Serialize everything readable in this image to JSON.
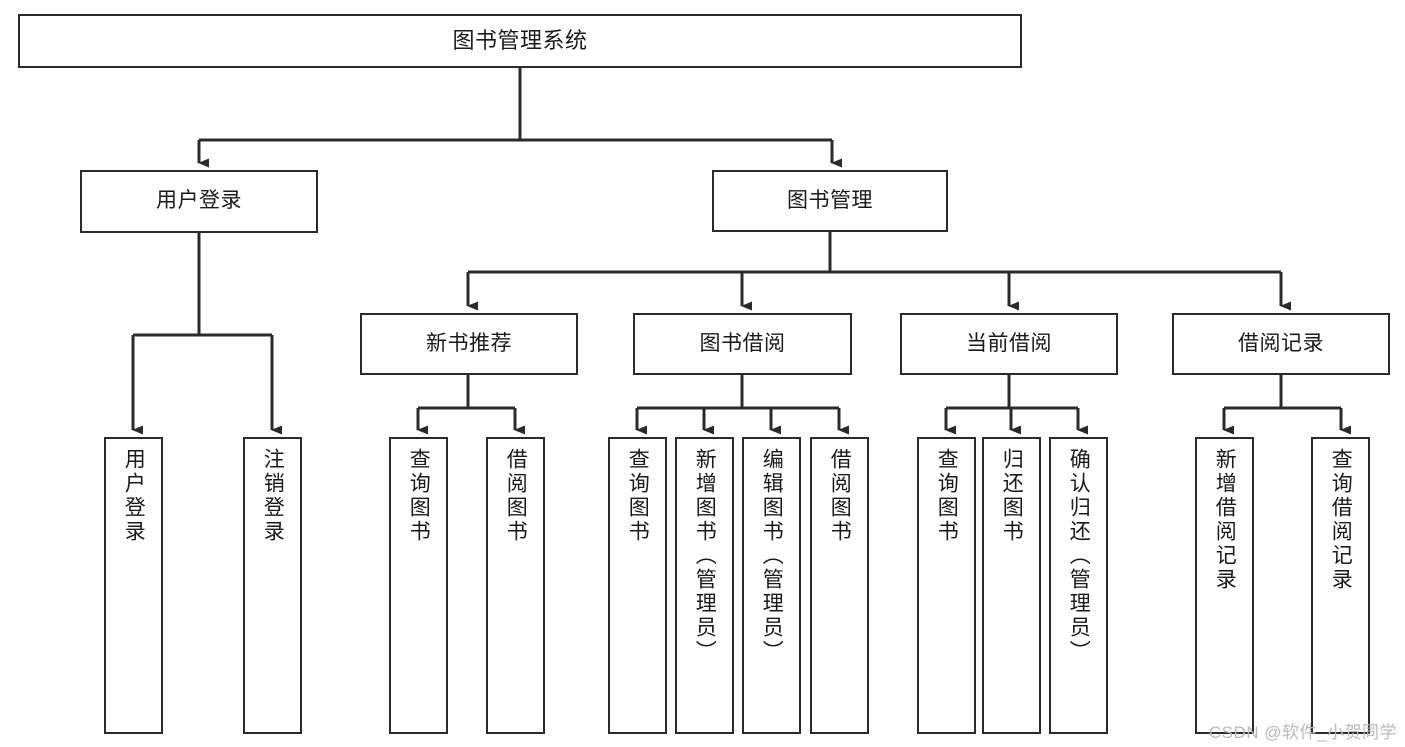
{
  "diagram": {
    "type": "tree",
    "title": "图书管理系统",
    "watermark": "CSDN @软件_小贺同学",
    "colors": {
      "background": "#ffffff",
      "box_border": "#2b2b2b",
      "box_fill": "#ffffff",
      "text": "#1a1a1a",
      "connector": "#2b2b2b",
      "watermark": "#b9b9b9"
    },
    "nodes": {
      "root": {
        "label": "图书管理系统"
      },
      "level1": [
        {
          "label": "用户登录"
        },
        {
          "label": "图书管理"
        }
      ],
      "level2": [
        {
          "label": "新书推荐"
        },
        {
          "label": "图书借阅"
        },
        {
          "label": "当前借阅"
        },
        {
          "label": "借阅记录"
        }
      ],
      "leaves": {
        "user_login": [
          {
            "label": "用户登录"
          },
          {
            "label": "注销登录"
          }
        ],
        "new_book_recommend": [
          {
            "label": "查询图书"
          },
          {
            "label": "借阅图书"
          }
        ],
        "book_borrow": [
          {
            "label": "查询图书"
          },
          {
            "label": "新增图书（管理员）"
          },
          {
            "label": "编辑图书（管理员）"
          },
          {
            "label": "借阅图书"
          }
        ],
        "current_borrow": [
          {
            "label": "查询图书"
          },
          {
            "label": "归还图书"
          },
          {
            "label": "确认归还（管理员）"
          }
        ],
        "borrow_record": [
          {
            "label": "新增借阅记录"
          },
          {
            "label": "查询借阅记录"
          }
        ]
      }
    }
  }
}
